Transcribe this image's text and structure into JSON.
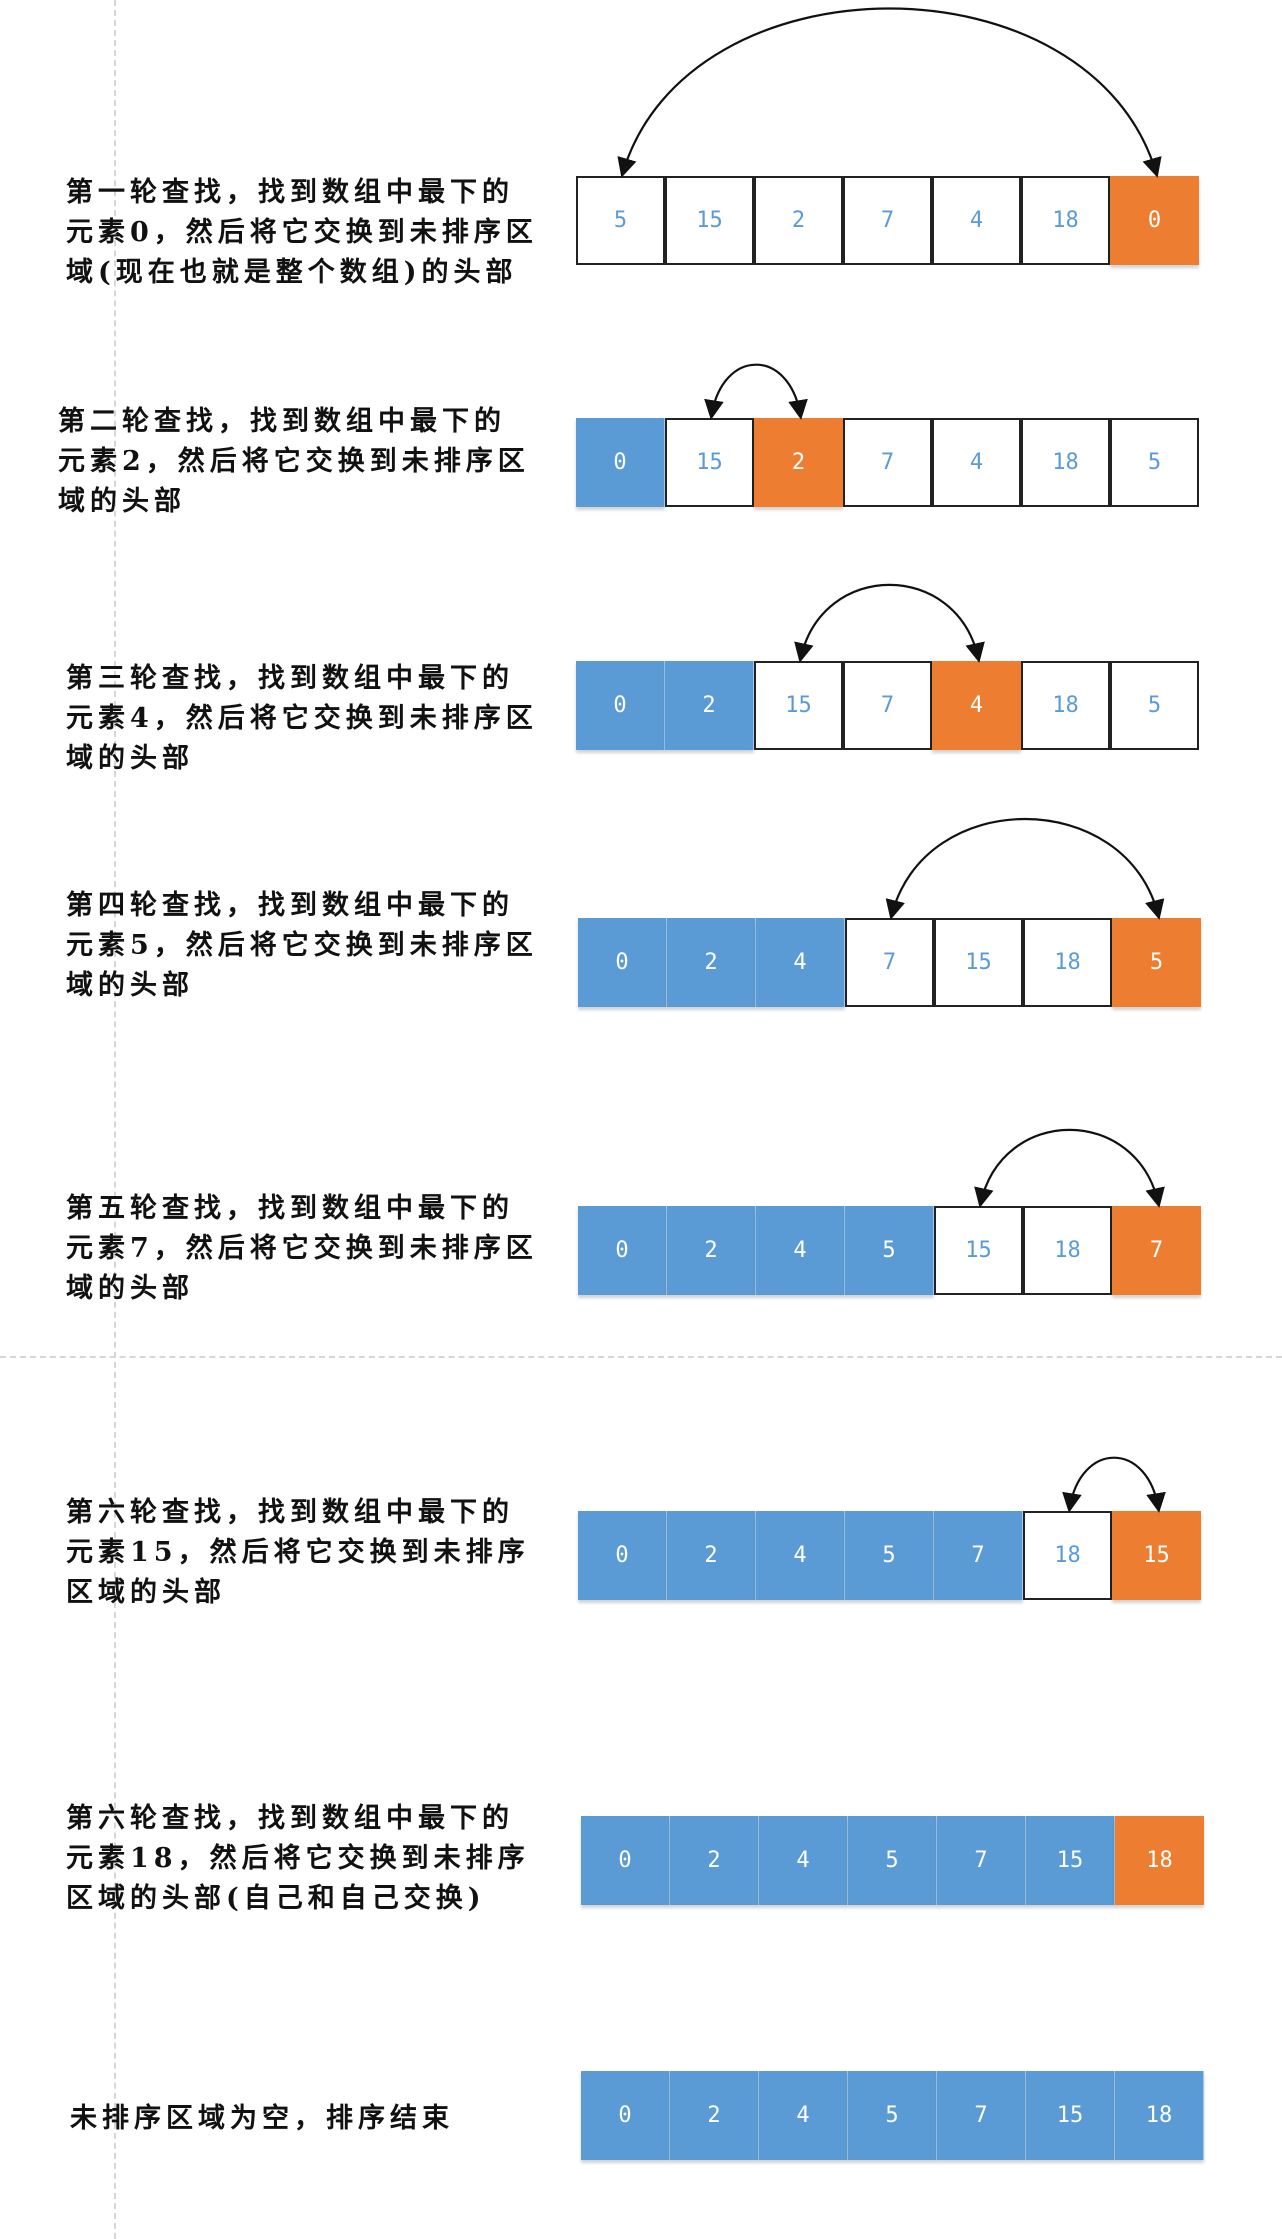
{
  "colors": {
    "unsorted_border": "#222222",
    "unsorted_text": "#5b9bd5",
    "sorted_fill": "#5b9bd5",
    "min_fill": "#ed7d31",
    "arrow": "#111111"
  },
  "steps": [
    {
      "text": "第一轮查找，找到数组中最下的\n元素0，然后将它交换到未排序区\n域(现在也就是整个数组)的头部",
      "cells": [
        {
          "value": "5",
          "state": "unsorted"
        },
        {
          "value": "15",
          "state": "unsorted"
        },
        {
          "value": "2",
          "state": "unsorted"
        },
        {
          "value": "7",
          "state": "unsorted"
        },
        {
          "value": "4",
          "state": "unsorted"
        },
        {
          "value": "18",
          "state": "unsorted"
        },
        {
          "value": "0",
          "state": "min"
        }
      ],
      "swap": [
        0,
        6
      ]
    },
    {
      "text": "第二轮查找，找到数组中最下的\n元素2，然后将它交换到未排序区\n域的头部",
      "cells": [
        {
          "value": "0",
          "state": "sorted"
        },
        {
          "value": "15",
          "state": "unsorted"
        },
        {
          "value": "2",
          "state": "min"
        },
        {
          "value": "7",
          "state": "unsorted"
        },
        {
          "value": "4",
          "state": "unsorted"
        },
        {
          "value": "18",
          "state": "unsorted"
        },
        {
          "value": "5",
          "state": "unsorted"
        }
      ],
      "swap": [
        1,
        2
      ]
    },
    {
      "text": "第三轮查找，找到数组中最下的\n元素4，然后将它交换到未排序区\n域的头部",
      "cells": [
        {
          "value": "0",
          "state": "sorted"
        },
        {
          "value": "2",
          "state": "sorted"
        },
        {
          "value": "15",
          "state": "unsorted"
        },
        {
          "value": "7",
          "state": "unsorted"
        },
        {
          "value": "4",
          "state": "min"
        },
        {
          "value": "18",
          "state": "unsorted"
        },
        {
          "value": "5",
          "state": "unsorted"
        }
      ],
      "swap": [
        2,
        4
      ]
    },
    {
      "text": "第四轮查找，找到数组中最下的\n元素5，然后将它交换到未排序区\n域的头部",
      "cells": [
        {
          "value": "0",
          "state": "sorted"
        },
        {
          "value": "2",
          "state": "sorted"
        },
        {
          "value": "4",
          "state": "sorted"
        },
        {
          "value": "7",
          "state": "unsorted"
        },
        {
          "value": "15",
          "state": "unsorted"
        },
        {
          "value": "18",
          "state": "unsorted"
        },
        {
          "value": "5",
          "state": "min"
        }
      ],
      "swap": [
        3,
        6
      ]
    },
    {
      "text": "第五轮查找，找到数组中最下的\n元素7，然后将它交换到未排序区\n域的头部",
      "cells": [
        {
          "value": "0",
          "state": "sorted"
        },
        {
          "value": "2",
          "state": "sorted"
        },
        {
          "value": "4",
          "state": "sorted"
        },
        {
          "value": "5",
          "state": "sorted"
        },
        {
          "value": "15",
          "state": "unsorted"
        },
        {
          "value": "18",
          "state": "unsorted"
        },
        {
          "value": "7",
          "state": "min"
        }
      ],
      "swap": [
        4,
        6
      ]
    },
    {
      "text": "第六轮查找，找到数组中最下的\n元素15，然后将它交换到未排序\n区域的头部",
      "cells": [
        {
          "value": "0",
          "state": "sorted"
        },
        {
          "value": "2",
          "state": "sorted"
        },
        {
          "value": "4",
          "state": "sorted"
        },
        {
          "value": "5",
          "state": "sorted"
        },
        {
          "value": "7",
          "state": "sorted"
        },
        {
          "value": "18",
          "state": "unsorted"
        },
        {
          "value": "15",
          "state": "min"
        }
      ],
      "swap": [
        5,
        6
      ]
    },
    {
      "text": "第六轮查找，找到数组中最下的\n元素18，然后将它交换到未排序\n区域的头部(自己和自己交换)",
      "cells": [
        {
          "value": "0",
          "state": "sorted"
        },
        {
          "value": "2",
          "state": "sorted"
        },
        {
          "value": "4",
          "state": "sorted"
        },
        {
          "value": "5",
          "state": "sorted"
        },
        {
          "value": "7",
          "state": "sorted"
        },
        {
          "value": "15",
          "state": "sorted"
        },
        {
          "value": "18",
          "state": "min"
        }
      ],
      "swap": null
    },
    {
      "text": "未排序区域为空，排序结束",
      "cells": [
        {
          "value": "0",
          "state": "sorted"
        },
        {
          "value": "2",
          "state": "sorted"
        },
        {
          "value": "4",
          "state": "sorted"
        },
        {
          "value": "5",
          "state": "sorted"
        },
        {
          "value": "7",
          "state": "sorted"
        },
        {
          "value": "15",
          "state": "sorted"
        },
        {
          "value": "18",
          "state": "sorted"
        }
      ],
      "swap": null
    }
  ]
}
